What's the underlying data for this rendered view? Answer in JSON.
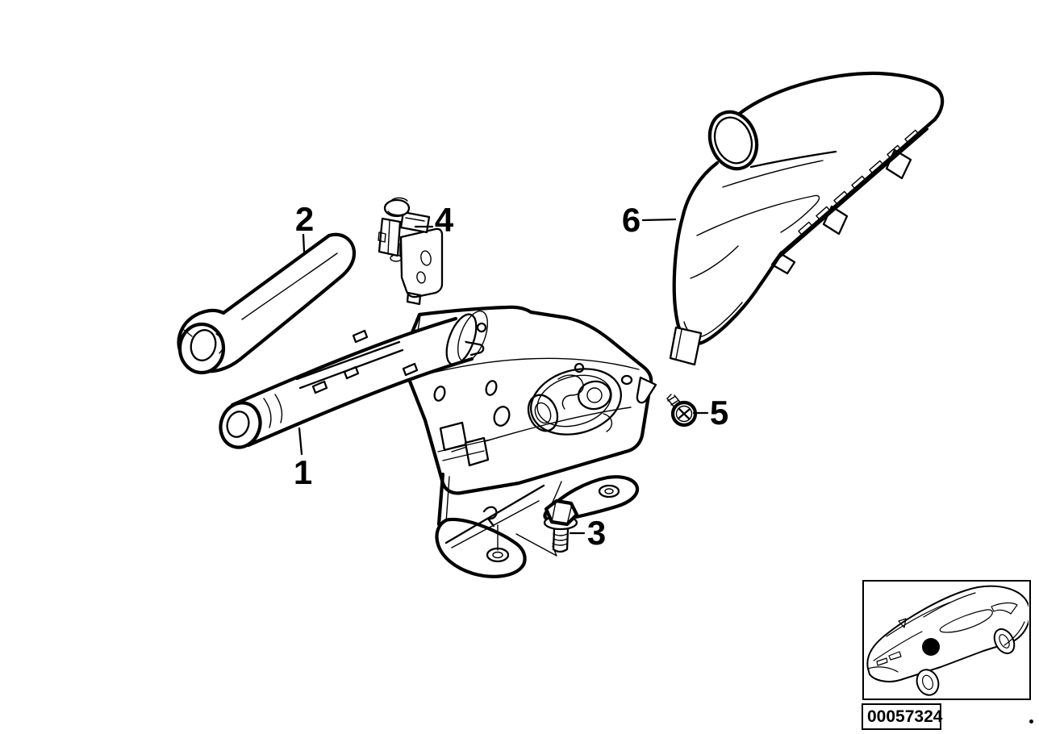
{
  "page": {
    "background_color": "#ffffff",
    "line_color": "#000000"
  },
  "diagram": {
    "type": "exploded-parts-line-drawing",
    "callouts": [
      {
        "label": "1"
      },
      {
        "label": "2"
      },
      {
        "label": "3"
      },
      {
        "label": "4"
      },
      {
        "label": "5"
      },
      {
        "label": "6"
      }
    ],
    "icons": [
      {
        "name": "handbrake-lever-drawing"
      },
      {
        "name": "grip-cover-drawing"
      },
      {
        "name": "bolt-drawing"
      },
      {
        "name": "cable-holder-bracket-drawing"
      },
      {
        "name": "screw-drawing"
      },
      {
        "name": "boot-trim-drawing"
      },
      {
        "name": "mount-bracket-drawing"
      },
      {
        "name": "car-locator-thumbnail"
      },
      {
        "name": "location-dot"
      }
    ]
  },
  "locator": {
    "doc_number": "00057324"
  }
}
